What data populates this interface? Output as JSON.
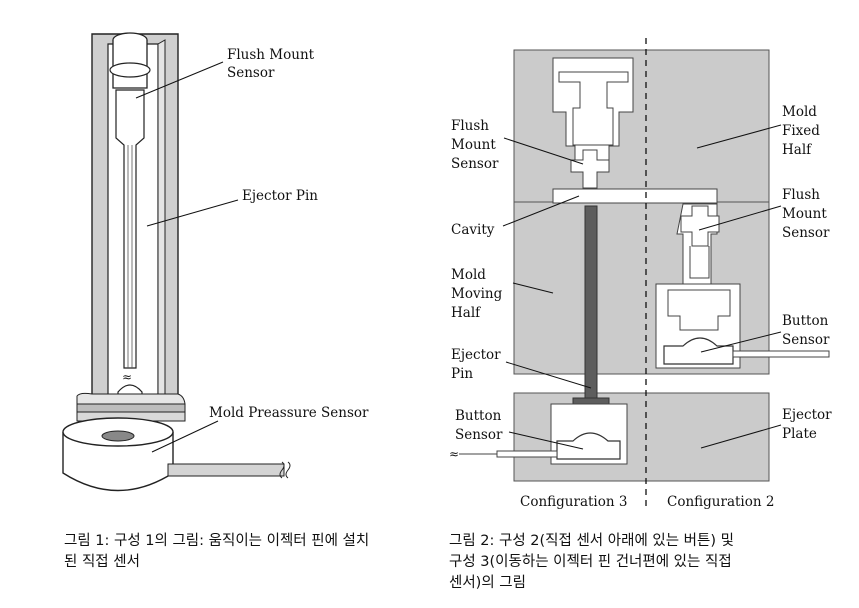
{
  "figure1": {
    "labels": {
      "flush_mount_sensor_1": "Flush Mount",
      "flush_mount_sensor_2": "Sensor",
      "ejector_pin": "Ejector Pin",
      "mold_pressure_sensor": "Mold Preassure Sensor"
    },
    "caption": [
      "그림 1: 구성 1의 그림: 움직이는 이젝터 핀에 설치",
      "된 직접 센서"
    ]
  },
  "figure2": {
    "labels": {
      "flush_left": [
        "Flush",
        "Mount",
        "Sensor"
      ],
      "cavity": "Cavity",
      "moving_half": [
        "Mold",
        "Moving",
        "Half"
      ],
      "ejector_pin": [
        "Ejector",
        "Pin"
      ],
      "button_left": [
        "Button",
        "Sensor"
      ],
      "fixed_half": [
        "Mold",
        "Fixed",
        "Half"
      ],
      "flush_right": [
        "Flush",
        "Mount",
        "Sensor"
      ],
      "button_right": [
        "Button",
        "Sensor"
      ],
      "ejector_plate": [
        "Ejector",
        "Plate"
      ],
      "config3": "Configuration 3",
      "config2": "Configuration 2"
    },
    "caption": [
      "그림 2: 구성 2(직접 센서 아래에 있는 버튼) 및",
      "구성 3(이동하는 이젝터 핀 건너편에 있는 직접",
      "센서)의 그림"
    ]
  }
}
